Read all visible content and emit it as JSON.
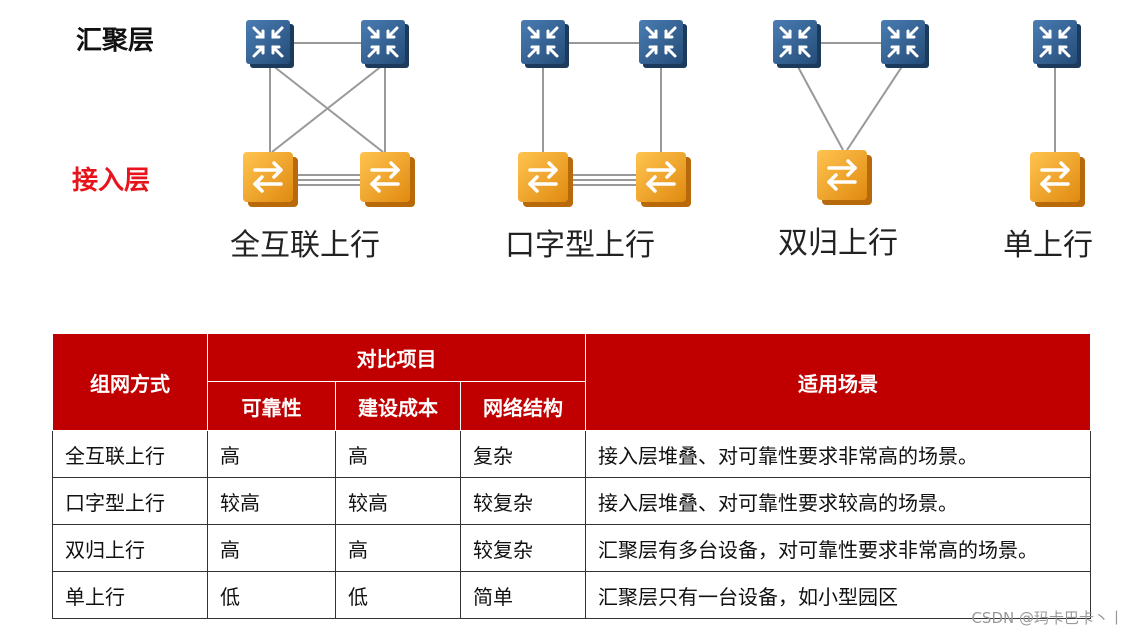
{
  "layers": {
    "aggregation": "汇聚层",
    "access": "接入层"
  },
  "colors": {
    "aggregation_label": "#111111",
    "access_label": "#e8141c",
    "header_bg": "#c00000",
    "aggregation_switch": "#2f5d8a",
    "access_switch": "#f0a020"
  },
  "icons": {
    "aggregation": "layer3-switch-icon",
    "access": "layer2-switch-icon"
  },
  "topologies": [
    {
      "caption": "全互联上行"
    },
    {
      "caption": "口字型上行"
    },
    {
      "caption": "双归上行"
    },
    {
      "caption": "单上行"
    }
  ],
  "table": {
    "header_group": "组网方式",
    "header_compare": "对比项目",
    "header_scene": "适用场景",
    "sub_headers": [
      "可靠性",
      "建设成本",
      "网络结构"
    ],
    "rows": [
      {
        "mode": "全互联上行",
        "reliability": "高",
        "cost": "高",
        "structure": "复杂",
        "scene": "接入层堆叠、对可靠性要求非常高的场景。"
      },
      {
        "mode": "口字型上行",
        "reliability": "较高",
        "cost": "较高",
        "structure": "较复杂",
        "scene": "接入层堆叠、对可靠性要求较高的场景。"
      },
      {
        "mode": "双归上行",
        "reliability": "高",
        "cost": "高",
        "structure": "较复杂",
        "scene": "汇聚层有多台设备，对可靠性要求非常高的场景。"
      },
      {
        "mode": "单上行",
        "reliability": "低",
        "cost": "低",
        "structure": "简单",
        "scene": "汇聚层只有一台设备，如小型园区"
      }
    ]
  },
  "watermark": "CSDN @玛卡巴卡丶丨"
}
